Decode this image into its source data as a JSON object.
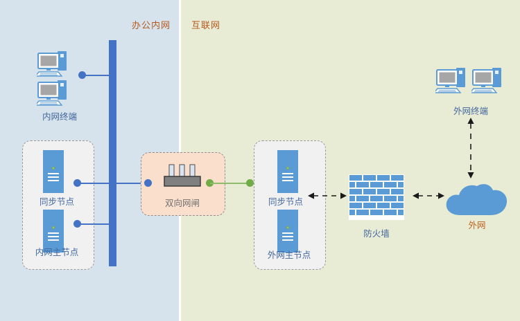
{
  "diagram": {
    "title": "office-intranet-internet-network-topology",
    "zones": [
      {
        "id": "intranet",
        "label": "办公内网",
        "color": "#d7e3ec",
        "label_color": "#b4591d"
      },
      {
        "id": "internet",
        "label": "互联网",
        "color": "#e8ecd4",
        "label_color": "#b4591d"
      }
    ],
    "nodes": {
      "intranet_terminal": {
        "label": "内网终端",
        "icon": "desktop-computer-icon",
        "count": 2
      },
      "intranet_sync_node": {
        "label": "同步节点",
        "icon": "server-icon"
      },
      "intranet_master_node": {
        "label": "内网主节点",
        "icon": "server-icon"
      },
      "gateway": {
        "label": "双向网闸",
        "icon": "network-gateway-icon"
      },
      "internet_sync_node": {
        "label": "同步节点",
        "icon": "server-icon"
      },
      "internet_master_node": {
        "label": "外网主节点",
        "icon": "server-icon"
      },
      "firewall": {
        "label": "防火墙",
        "icon": "brick-wall-icon"
      },
      "external_cloud": {
        "label": "外网",
        "icon": "cloud-icon",
        "label_color": "#c0601f"
      },
      "external_terminal": {
        "label": "外网终端",
        "icon": "desktop-computer-icon",
        "count": 2
      }
    },
    "colors": {
      "backbone": "#4472c4",
      "wire_blue": "#4472c4",
      "wire_green": "#8fbc6a",
      "dot_blue": "#4472c4",
      "dot_green": "#70ad47",
      "server_body": "#5b9bd5",
      "server_led": "#a6d46a",
      "gateway_fill": "#fbdfcd",
      "group_fill": "#f1f1f1",
      "group_border": "#9a9a9a",
      "firewall_brick": "#5b9bd5",
      "cloud": "#5b9bd5",
      "node_label": "#42679e",
      "arrow": "#1a1a1a"
    }
  }
}
